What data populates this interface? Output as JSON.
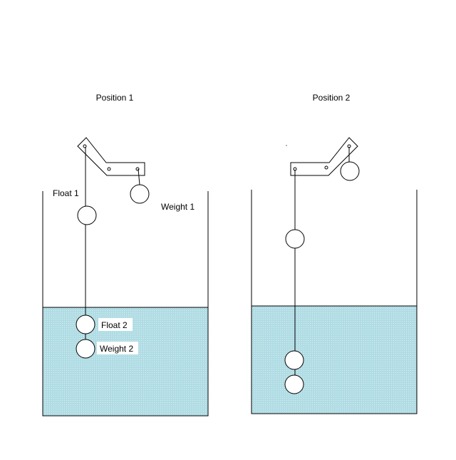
{
  "diagram": {
    "positions": [
      {
        "title": "Position 1"
      },
      {
        "title": "Position 2"
      }
    ],
    "labels": {
      "float1": "Float 1",
      "weight1": "Weight 1",
      "float2": "Float 2",
      "weight2": "Weight 2"
    },
    "colors": {
      "water": "#b0dce4",
      "outline": "#000000",
      "background": "#ffffff"
    }
  }
}
